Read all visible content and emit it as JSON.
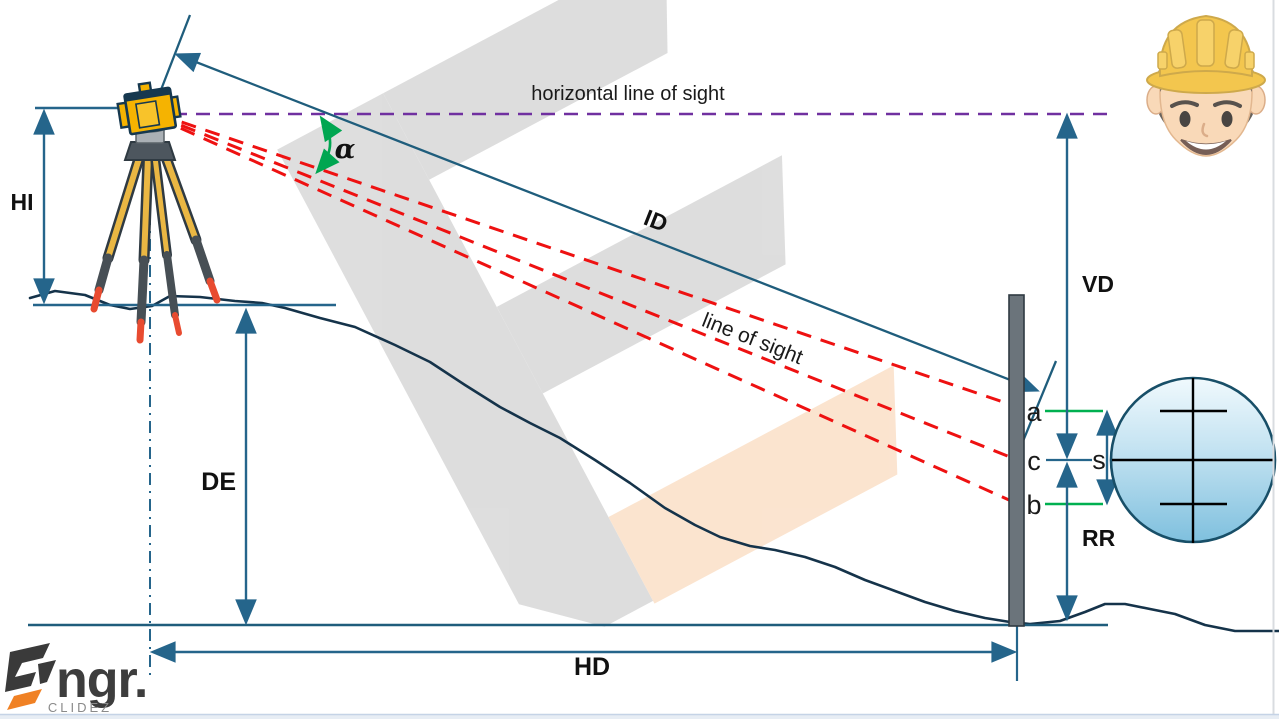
{
  "diagram": {
    "labels": {
      "hi": "HI",
      "de": "DE",
      "hd": "HD",
      "vd": "VD",
      "rr": "RR",
      "id": "ID",
      "alpha": "α",
      "horizontal_los": "horizontal line of sight",
      "line_of_sight": "line of sight",
      "a": "a",
      "b": "b",
      "c": "c",
      "s": "s"
    },
    "icons": {
      "instrument": "total-station-on-tripod",
      "staff": "leveling-staff",
      "reticle": "telescope-reticle-view",
      "avatar": "engineer-hardhat-avatar",
      "watermark": "engr-logo-watermark"
    },
    "colors": {
      "dimension_line": "#25658b",
      "sight_line": "#1f5d7c",
      "red_ray": "#ee1111",
      "green_mark": "#00b050",
      "green_arc": "#00a651",
      "purple_dashed": "#7030a0",
      "terrain": "#15334a",
      "staff_gray": "#6b747b",
      "watermark_gray": "#dcdcdc",
      "watermark_orange": "#fbe3cd",
      "hat_yellow": "#f3c23f",
      "logo_orange": "#f08124"
    }
  },
  "logo": {
    "text": "ngr.",
    "sub": "CLIDEZ"
  }
}
